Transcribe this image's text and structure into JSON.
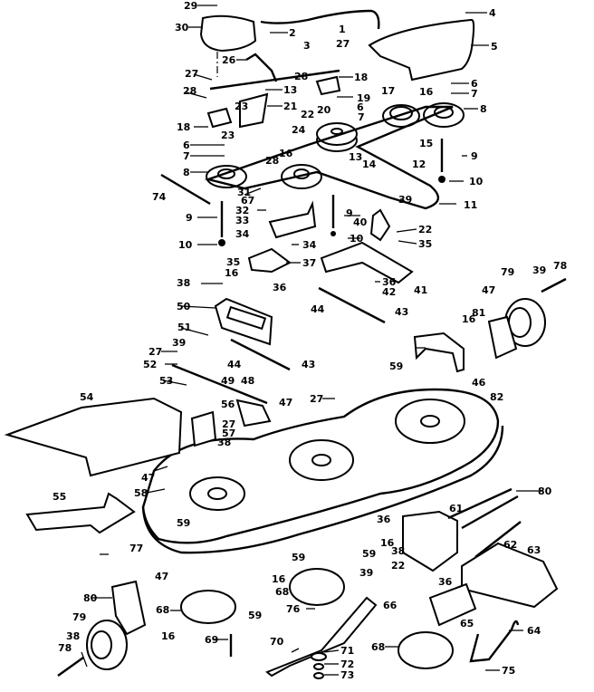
{
  "title": "Mower Deck Exploded Parts Diagram",
  "colors": {
    "ink": "#000000",
    "paper": "#ffffff"
  },
  "callouts": [
    {
      "id": "c29",
      "text": "29"
    },
    {
      "id": "c30",
      "text": "30"
    },
    {
      "id": "c2",
      "text": "2"
    },
    {
      "id": "c1",
      "text": "1"
    },
    {
      "id": "c4",
      "text": "4"
    },
    {
      "id": "c5",
      "text": "5"
    },
    {
      "id": "c3",
      "text": "3"
    },
    {
      "id": "c27a",
      "text": "27"
    },
    {
      "id": "c26",
      "text": "26"
    },
    {
      "id": "c27b",
      "text": "27"
    },
    {
      "id": "c28a",
      "text": "28"
    },
    {
      "id": "c28b",
      "text": "28"
    },
    {
      "id": "c18a",
      "text": "18"
    },
    {
      "id": "c13a",
      "text": "13"
    },
    {
      "id": "c21",
      "text": "21"
    },
    {
      "id": "c23a",
      "text": "23"
    },
    {
      "id": "c18b",
      "text": "18"
    },
    {
      "id": "c19",
      "text": "19"
    },
    {
      "id": "c6a",
      "text": "6"
    },
    {
      "id": "c7a",
      "text": "7"
    },
    {
      "id": "c22a",
      "text": "22"
    },
    {
      "id": "c20",
      "text": "20"
    },
    {
      "id": "c17",
      "text": "17"
    },
    {
      "id": "c16a",
      "text": "16"
    },
    {
      "id": "c6b",
      "text": "6"
    },
    {
      "id": "c7b",
      "text": "7"
    },
    {
      "id": "c8a",
      "text": "8"
    },
    {
      "id": "c23b",
      "text": "23"
    },
    {
      "id": "c24",
      "text": "24"
    },
    {
      "id": "c6c",
      "text": "6"
    },
    {
      "id": "c7c",
      "text": "7"
    },
    {
      "id": "c15",
      "text": "15"
    },
    {
      "id": "c16b",
      "text": "16"
    },
    {
      "id": "c28c",
      "text": "28"
    },
    {
      "id": "c13b",
      "text": "13"
    },
    {
      "id": "c14",
      "text": "14"
    },
    {
      "id": "c12",
      "text": "12"
    },
    {
      "id": "c9a",
      "text": "9"
    },
    {
      "id": "c8b",
      "text": "8"
    },
    {
      "id": "c10a",
      "text": "10"
    },
    {
      "id": "c74",
      "text": "74"
    },
    {
      "id": "c31",
      "text": "31"
    },
    {
      "id": "c67",
      "text": "67"
    },
    {
      "id": "c11",
      "text": "11"
    },
    {
      "id": "c39a",
      "text": "39"
    },
    {
      "id": "c32",
      "text": "32"
    },
    {
      "id": "c33",
      "text": "33"
    },
    {
      "id": "c9b",
      "text": "9"
    },
    {
      "id": "c9c",
      "text": "9"
    },
    {
      "id": "c40",
      "text": "40"
    },
    {
      "id": "c22b",
      "text": "22"
    },
    {
      "id": "c34a",
      "text": "34"
    },
    {
      "id": "c10b",
      "text": "10"
    },
    {
      "id": "c10c",
      "text": "10"
    },
    {
      "id": "c34b",
      "text": "34"
    },
    {
      "id": "c35a",
      "text": "35"
    },
    {
      "id": "c35b",
      "text": "35"
    },
    {
      "id": "c16c",
      "text": "16"
    },
    {
      "id": "c37",
      "text": "37"
    },
    {
      "id": "c41",
      "text": "41"
    },
    {
      "id": "c78a",
      "text": "78"
    },
    {
      "id": "c79a",
      "text": "79"
    },
    {
      "id": "c39b",
      "text": "39"
    },
    {
      "id": "c36a",
      "text": "36"
    },
    {
      "id": "c38a",
      "text": "38"
    },
    {
      "id": "c36b",
      "text": "36"
    },
    {
      "id": "c42",
      "text": "42"
    },
    {
      "id": "c47a",
      "text": "47"
    },
    {
      "id": "c50",
      "text": "50"
    },
    {
      "id": "c44a",
      "text": "44"
    },
    {
      "id": "c43a",
      "text": "43"
    },
    {
      "id": "c81",
      "text": "81"
    },
    {
      "id": "c16d",
      "text": "16"
    },
    {
      "id": "c51",
      "text": "51"
    },
    {
      "id": "c27c",
      "text": "27"
    },
    {
      "id": "c39c",
      "text": "39"
    },
    {
      "id": "c44b",
      "text": "44"
    },
    {
      "id": "c52",
      "text": "52"
    },
    {
      "id": "c59a",
      "text": "59"
    },
    {
      "id": "c46",
      "text": "46"
    },
    {
      "id": "c43b",
      "text": "43"
    },
    {
      "id": "c53",
      "text": "53"
    },
    {
      "id": "c49",
      "text": "49"
    },
    {
      "id": "c27d",
      "text": "27"
    },
    {
      "id": "c48",
      "text": "48"
    },
    {
      "id": "c82",
      "text": "82"
    },
    {
      "id": "c56",
      "text": "56"
    },
    {
      "id": "c47b",
      "text": "47"
    },
    {
      "id": "c54",
      "text": "54"
    },
    {
      "id": "c27e",
      "text": "27"
    },
    {
      "id": "c57",
      "text": "57"
    },
    {
      "id": "c38b",
      "text": "38"
    },
    {
      "id": "c47c",
      "text": "47"
    },
    {
      "id": "c58",
      "text": "58"
    },
    {
      "id": "c61",
      "text": "61"
    },
    {
      "id": "c80a",
      "text": "80"
    },
    {
      "id": "c55",
      "text": "55"
    },
    {
      "id": "c36c",
      "text": "36"
    },
    {
      "id": "c59b",
      "text": "59"
    },
    {
      "id": "c38c",
      "text": "38"
    },
    {
      "id": "c16e",
      "text": "16"
    },
    {
      "id": "c77",
      "text": "77"
    },
    {
      "id": "c59c",
      "text": "59"
    },
    {
      "id": "c59d",
      "text": "59"
    },
    {
      "id": "c62",
      "text": "62"
    },
    {
      "id": "c63",
      "text": "63"
    },
    {
      "id": "c16f",
      "text": "16"
    },
    {
      "id": "c39d",
      "text": "39"
    },
    {
      "id": "c22c",
      "text": "22"
    },
    {
      "id": "c36d",
      "text": "36"
    },
    {
      "id": "c47d",
      "text": "47"
    },
    {
      "id": "c68a",
      "text": "68"
    },
    {
      "id": "c80b",
      "text": "80"
    },
    {
      "id": "c66",
      "text": "66"
    },
    {
      "id": "c68b",
      "text": "68"
    },
    {
      "id": "c59e",
      "text": "59"
    },
    {
      "id": "c16g",
      "text": "16"
    },
    {
      "id": "c76",
      "text": "76"
    },
    {
      "id": "c65",
      "text": "65"
    },
    {
      "id": "c79b",
      "text": "79"
    },
    {
      "id": "c64",
      "text": "64"
    },
    {
      "id": "c38d",
      "text": "38"
    },
    {
      "id": "c69",
      "text": "69"
    },
    {
      "id": "c70",
      "text": "70"
    },
    {
      "id": "c78b",
      "text": "78"
    },
    {
      "id": "c71",
      "text": "71"
    },
    {
      "id": "c68c",
      "text": "68"
    },
    {
      "id": "c72",
      "text": "72"
    },
    {
      "id": "c73",
      "text": "73"
    },
    {
      "id": "c75",
      "text": "75"
    }
  ]
}
